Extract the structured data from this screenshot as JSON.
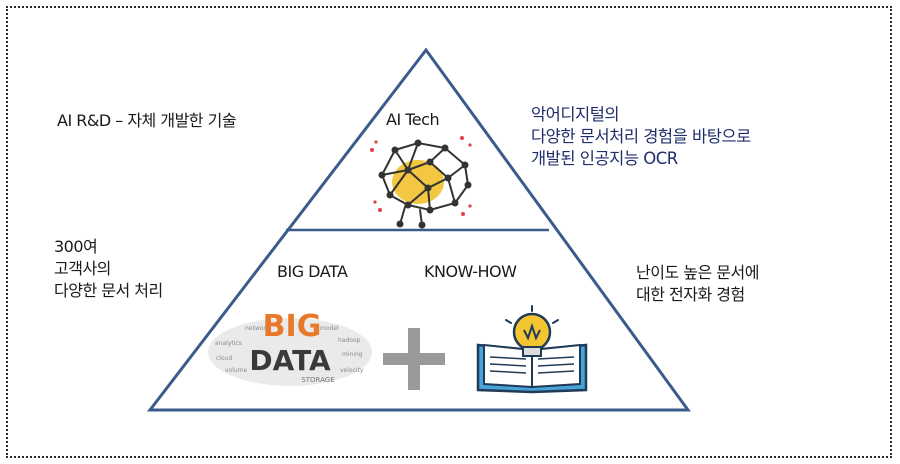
{
  "left_top": {
    "text": "AI R&D – 자체 개발한 기술"
  },
  "left_bottom": {
    "lines": [
      "300여",
      "고객사의",
      "다양한 문서 처리"
    ]
  },
  "right_top": {
    "lines": [
      "악어디지털의",
      "다양한 문서처리 경험을 바탕으로",
      "개발된 인공지능 OCR"
    ]
  },
  "right_bottom": {
    "lines": [
      "난이도 높은 문서에",
      "대한 전자화 경험"
    ]
  },
  "pyramid": {
    "apex_label": "AI Tech",
    "base_left_label": "BIG DATA",
    "base_right_label": "KNOW-HOW",
    "big_data_logo": {
      "big": "BIG",
      "data": "DATA",
      "storage": "STORAGE"
    },
    "plus_symbol": "+"
  },
  "colors": {
    "pyramid_stroke": "#3a5b8c",
    "text_blue": "#1f2d6b",
    "big_orange": "#e8782a",
    "data_dark": "#3a3a3a",
    "plus_gray": "#9a9a9a",
    "bulb_yellow": "#f2c531",
    "book_blue": "#4aa3d8"
  },
  "icons": [
    "brain-network-icon",
    "big-data-word-cloud",
    "plus-icon",
    "book-lightbulb-icon"
  ]
}
